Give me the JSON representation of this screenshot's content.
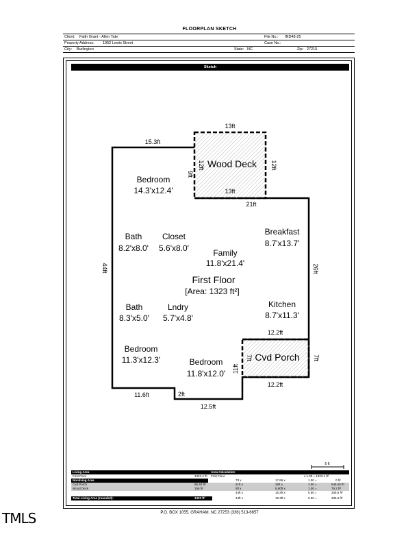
{
  "title": "FLOORPLAN SKETCH",
  "header": {
    "client_label": "Client:",
    "client": "Faith Grant - Allen Tate",
    "file_label": "File No.:",
    "file_no": "IND48-25",
    "address_label": "Property Address:",
    "address": "1952 Lewis Street",
    "case_label": "Case No.:",
    "city_label": "City:",
    "city": "Burlington",
    "state_label": "State:",
    "state": "NC",
    "zip_label": "Zip:",
    "zip": "27215"
  },
  "sketch_title": "Sketch",
  "plan": {
    "rooms": [
      {
        "name": "Bedroom",
        "size": "14.3'x12.4'"
      },
      {
        "name": "Wood Deck"
      },
      {
        "name": "Bath",
        "size": "8.2'x8.0'"
      },
      {
        "name": "Closet",
        "size": "5.6'x8.0'"
      },
      {
        "name": "Breakfast",
        "size": "8.7'x13.7'"
      },
      {
        "name": "Family",
        "size": "11.8'x21.4'"
      },
      {
        "name": "First Floor",
        "size": "[Area: 1323 ft²]"
      },
      {
        "name": "Bath",
        "size": "8.3'x5.0'"
      },
      {
        "name": "Lndry",
        "size": "5.7'x4.8'"
      },
      {
        "name": "Kitchen",
        "size": "8.7'x11.3'"
      },
      {
        "name": "Bedroom",
        "size": "11.3'x12.3'"
      },
      {
        "name": "Bedroom",
        "size": "11.8'x12.0'"
      },
      {
        "name": "Cvd Porch"
      }
    ],
    "dims": {
      "top_left": "15.3ft",
      "deck_top": "13ft",
      "deck_left": "12ft",
      "deck_right": "12ft",
      "deck_inner_left": "9ft",
      "deck_bottom": "13ft",
      "right_upper": "21ft",
      "left": "44ft",
      "right": "26ft",
      "porch_top": "12.2ft",
      "porch_bottom": "12.2ft",
      "porch_left": "7ft",
      "porch_right": "7ft",
      "porch_drop": "11ft",
      "bottom_left": "11.6ft",
      "bottom_step": "2ft",
      "bottom": "12.5ft",
      "scale": "6 ft"
    }
  },
  "area_calc": {
    "header_left": "Living Area",
    "header_right": "Area Calculation",
    "rows": [
      {
        "name": "First Floor",
        "area": "1323.4 ft²",
        "calc_name": "First Floor",
        "f1": "",
        "f2": "",
        "f3": "",
        "total": "x 1.00 = 1323.4 ft²"
      },
      {
        "name": "Nonliving Area",
        "area": "",
        "calc_name": "",
        "f1": "7ft x",
        "f2": "17.65 x",
        "f3": "1.00 =",
        "total": "0 ft²"
      },
      {
        "name": "Cvd Porch",
        "area": "85.40 ft²",
        "calc_name": "",
        "f1": "21ft x",
        "f2": "26ft x",
        "f3": "1.00 =",
        "total": "546.00 ft²"
      },
      {
        "name": "Wood Deck",
        "area": "156 ft²",
        "calc_name": "",
        "f1": "9ft x",
        "f2": "8.80ft x",
        "f3": "1.00 =",
        "total": "79.2 ft²"
      },
      {
        "name": "",
        "area": "",
        "calc_name": "",
        "f1": "44ft x",
        "f2": "15.3ft x",
        "f3": "0.50 =",
        "total": "336.6 ft²"
      },
      {
        "name": "Total Living Area (rounded):",
        "area": "1323 ft²",
        "calc_name": "",
        "f1": "44ft x",
        "f2": "15.3ft x",
        "f3": "0.50 =",
        "total": "336.6 ft²"
      }
    ]
  },
  "footer": "P.O. BOX 1055, GRAHAM, NC  27253   (336) 513-6657",
  "logo": "TMLS"
}
